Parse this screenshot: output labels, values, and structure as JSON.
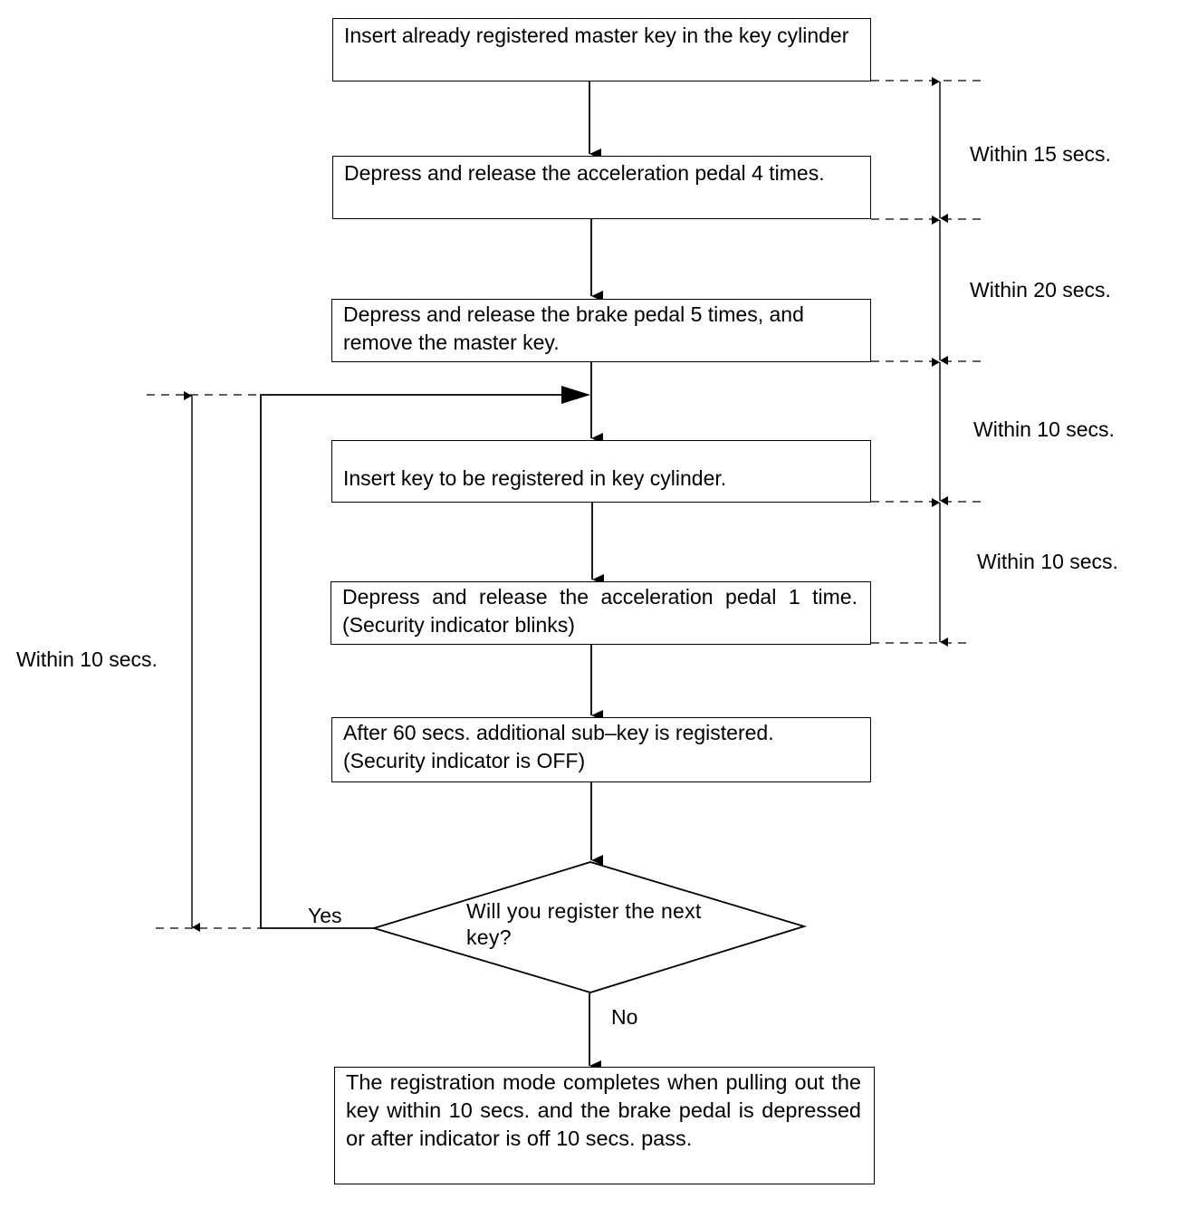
{
  "steps": [
    {
      "text": "Insert already registered master key in the key cylinder"
    },
    {
      "text": "Depress and release the acceleration pedal 4 times."
    },
    {
      "text": "Depress and release the brake pedal 5 times, and remove the master key."
    },
    {
      "text": "Insert key to be registered in key cylinder."
    },
    {
      "text": "Depress and release the acceleration pedal 1 time. (Security indicator blinks)"
    },
    {
      "text": "After 60 secs. additional sub–key is registered. (Security indicator is OFF)"
    }
  ],
  "decision": {
    "text": "Will you register the next key?",
    "yes_label": "Yes",
    "no_label": "No"
  },
  "final_step": {
    "text": "The registration mode completes when pulling out the key within 10 secs. and the brake pedal is depressed or after indicator is off 10 secs. pass."
  },
  "timings": {
    "right": [
      {
        "text": "Within 15 secs."
      },
      {
        "text": "Within 20 secs."
      },
      {
        "text": "Within 10 secs."
      },
      {
        "text": "Within 10 secs."
      }
    ],
    "left": {
      "text": "Within 10 secs."
    }
  }
}
